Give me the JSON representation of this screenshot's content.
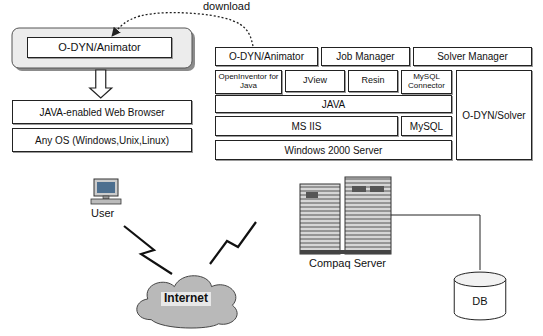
{
  "diagram": {
    "nodes": [
      {
        "text": [
          "O-DYN/Animator"
        ]
      },
      {
        "text": [
          "O-DYN/Animator"
        ]
      },
      {
        "text": [
          "Job Manager"
        ]
      },
      {
        "text": [
          "Solver Manager"
        ]
      },
      {
        "text": [
          "OpenInventor for Java"
        ]
      },
      {
        "text": [
          "JView"
        ]
      },
      {
        "text": [
          "Resin"
        ]
      },
      {
        "text": [
          "MySQL Connector"
        ]
      },
      {
        "text": [
          "O-DYN/Solver"
        ]
      },
      {
        "text": [
          "JAVA"
        ]
      },
      {
        "text": [
          "MS IIS"
        ]
      },
      {
        "text": [
          "MySQL"
        ]
      },
      {
        "text": [
          "Windows 2000 Server"
        ]
      },
      {
        "text": [
          "JAVA-enabled Web Browser"
        ]
      },
      {
        "text": [
          "Any OS (Windows,Unix,Linux)"
        ]
      },
      {
        "text": [
          "Internet"
        ]
      },
      {
        "text": [
          "DB"
        ]
      }
    ],
    "edges": [
      {
        "from": 1,
        "to": 0,
        "label": "download",
        "arrow": "to"
      },
      {
        "from": 0,
        "to": 13,
        "arrow": "to"
      }
    ],
    "labels": [
      "User",
      "Compaq Server"
    ]
  }
}
